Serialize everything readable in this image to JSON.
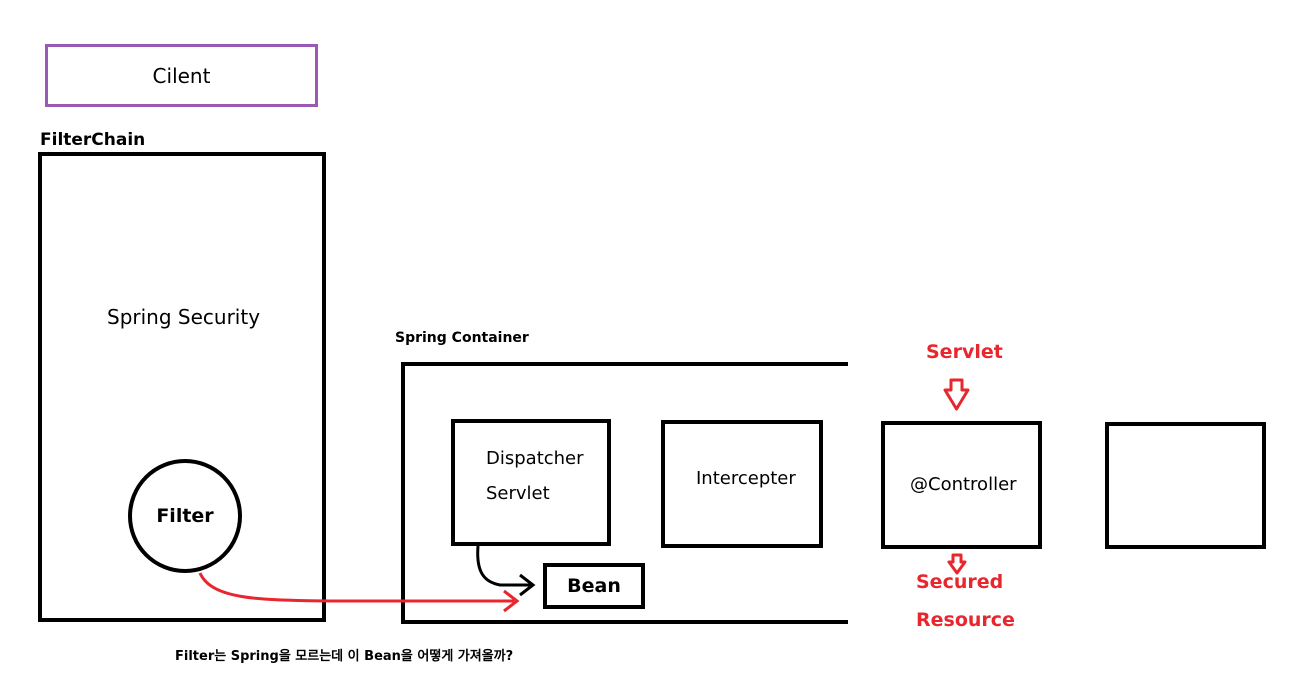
{
  "client": {
    "label": "Cilent"
  },
  "filter_chain": {
    "title": "FilterChain",
    "security_label": "Spring Security",
    "filter_label": "Filter"
  },
  "spring_container": {
    "title": "Spring Container",
    "dispatcher": {
      "line1": "Dispatcher",
      "line2": "Servlet"
    },
    "interceptor": "Intercepter",
    "controller": "@Controller",
    "bean": "Bean"
  },
  "annotations": {
    "servlet": "Servlet",
    "secured_line1": "Secured",
    "secured_line2": "Resource",
    "question": "Filter는 Spring을 모르는데 이 Bean을 어떻게 가져올까?"
  },
  "colors": {
    "client_border": "#9b59b6",
    "accent_red": "#e8262d",
    "stroke": "#000000"
  }
}
